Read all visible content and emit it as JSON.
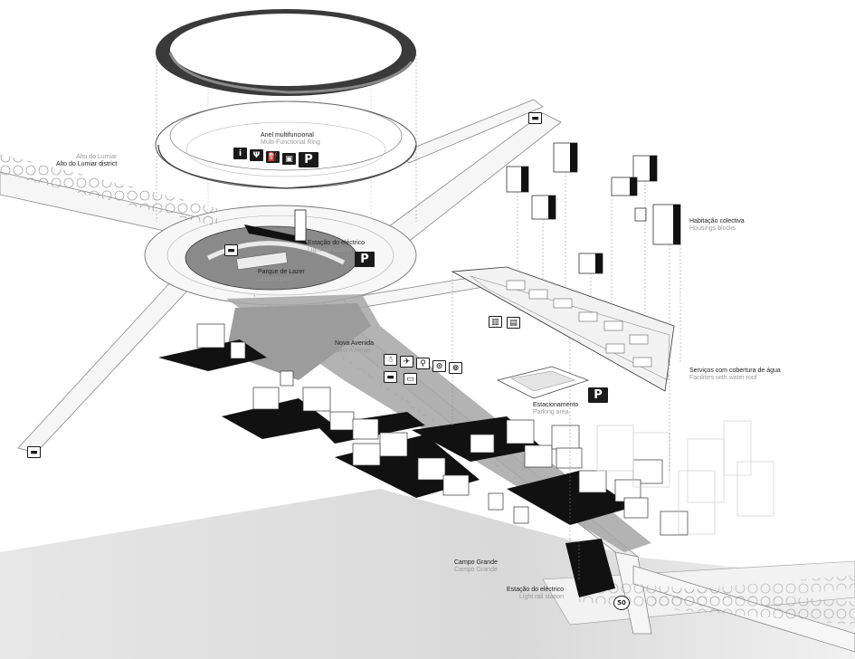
{
  "labels": {
    "alto_lumiar": {
      "pt": "Alto do Lumiar",
      "en": "Alto do Lumiar district"
    },
    "anel": {
      "pt": "Anel multifuncional",
      "en": "Multi-Functional Ring"
    },
    "estacao_top": {
      "pt": "Estação do eléctrico",
      "en": "Light rail station"
    },
    "parque": {
      "pt": "Parque de Lazer",
      "en": "Leisure park"
    },
    "habitacao": {
      "pt": "Habitação colectiva",
      "en": "Housings blocks"
    },
    "nova_avenida": {
      "pt": "Nova Avenida",
      "en": "New Avenue"
    },
    "servicos": {
      "pt": "Serviços com cobertura de água",
      "en": "Facilities with water roof"
    },
    "estacionamento": {
      "pt": "Estacionamento",
      "en": "Parking area"
    },
    "campo_grande": {
      "pt": "Campo Grande",
      "en": "Campo Grande"
    },
    "estacao_bottom": {
      "pt": "Estação do eléctrico",
      "en": "Light rail station"
    }
  },
  "icons": {
    "ring": [
      "info-icon",
      "restaurant-icon",
      "fuel-icon",
      "shop-icon",
      "parking-icon"
    ],
    "avenue": [
      "walk-icon",
      "run-icon",
      "bike-icon",
      "car-icon",
      "tram-icon",
      "bicycle-icon"
    ],
    "parking_symbol": "P",
    "parking_small": "P",
    "speed_sign": "50"
  },
  "colors": {
    "ink": "#1a1a1a",
    "road": "#f4f4f4",
    "park": "#8c8c8c",
    "ground": "#d8d8d8"
  }
}
